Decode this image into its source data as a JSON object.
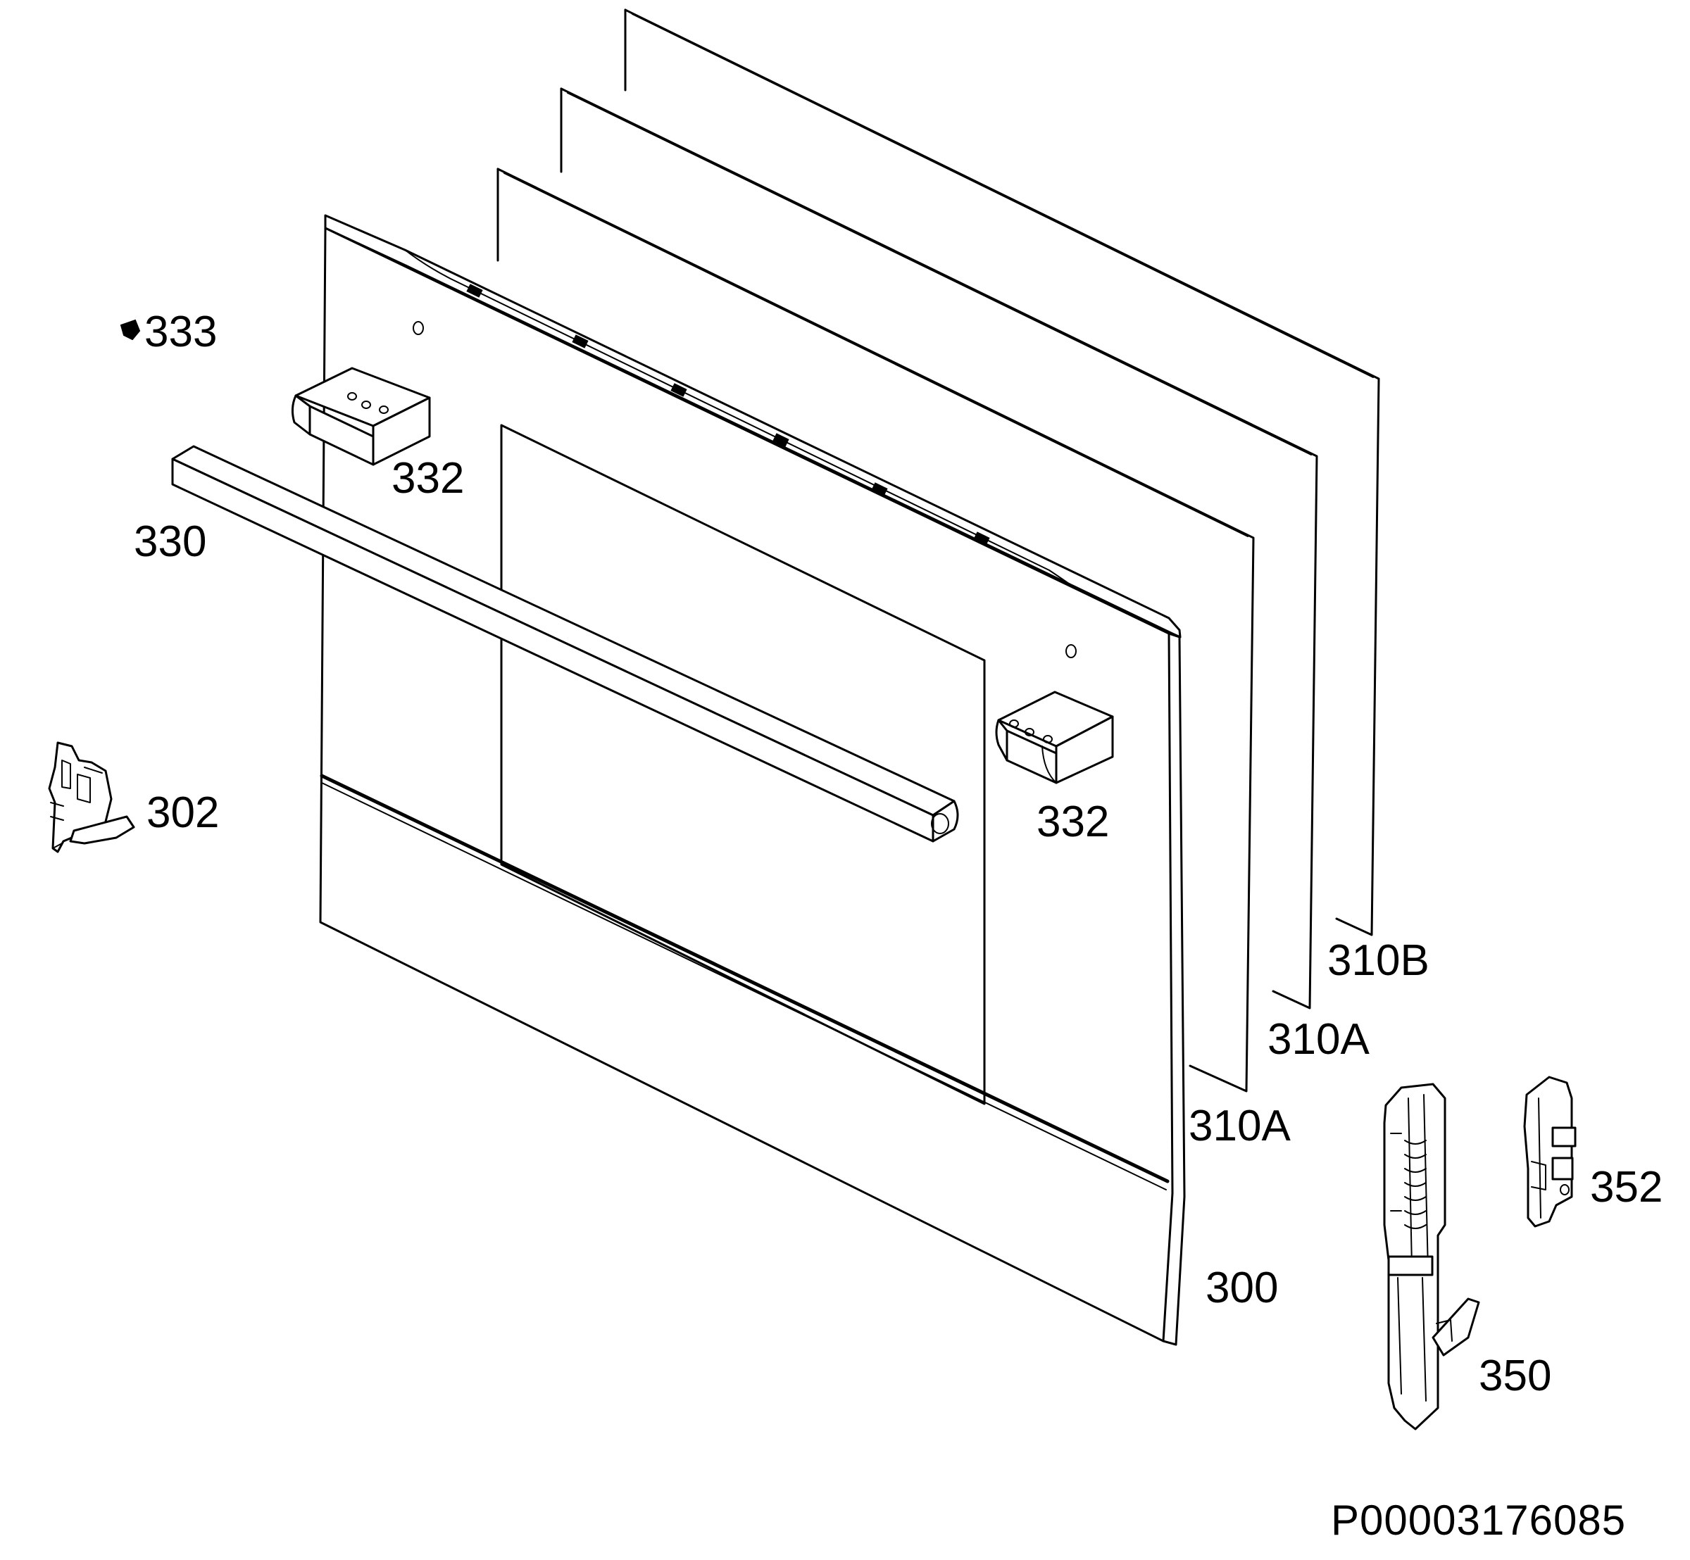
{
  "diagram": {
    "drawing_number": "P00003176085",
    "labels": {
      "glass_rear": "310B",
      "glass_middle": "310A",
      "glass_inner": "310A",
      "door_panel": "300",
      "handle": "330",
      "handle_bracket_left": "332",
      "handle_bracket_right": "332",
      "screw": "333",
      "hinge_support": "302",
      "hinge": "350",
      "hinge_bracket": "352"
    }
  }
}
